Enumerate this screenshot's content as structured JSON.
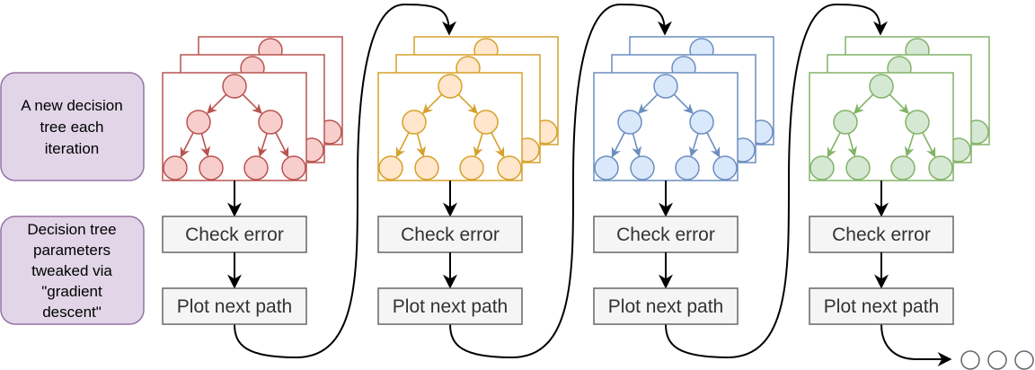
{
  "side_notes": {
    "top_lines": [
      "A new decision",
      "tree each",
      "iteration"
    ],
    "bottom_lines": [
      "Decision tree",
      "parameters",
      "tweaked via",
      "\"gradient",
      "descent\""
    ],
    "fill": "#e1d5e7",
    "stroke": "#9673a6"
  },
  "columns": [
    {
      "stroke": "#b85450",
      "fill": "#f8cecc",
      "check_label": "Check error",
      "plot_label": "Plot next path"
    },
    {
      "stroke": "#d6a12a",
      "fill": "#ffe6cc",
      "check_label": "Check error",
      "plot_label": "Plot next path"
    },
    {
      "stroke": "#6c8ebf",
      "fill": "#dae8fc",
      "check_label": "Check error",
      "plot_label": "Plot next path"
    },
    {
      "stroke": "#82b366",
      "fill": "#d5e8d4",
      "check_label": "Check error",
      "plot_label": "Plot next path"
    }
  ],
  "step_box": {
    "fill": "#f5f5f5",
    "stroke": "#666666"
  },
  "continuation_dots": 3
}
